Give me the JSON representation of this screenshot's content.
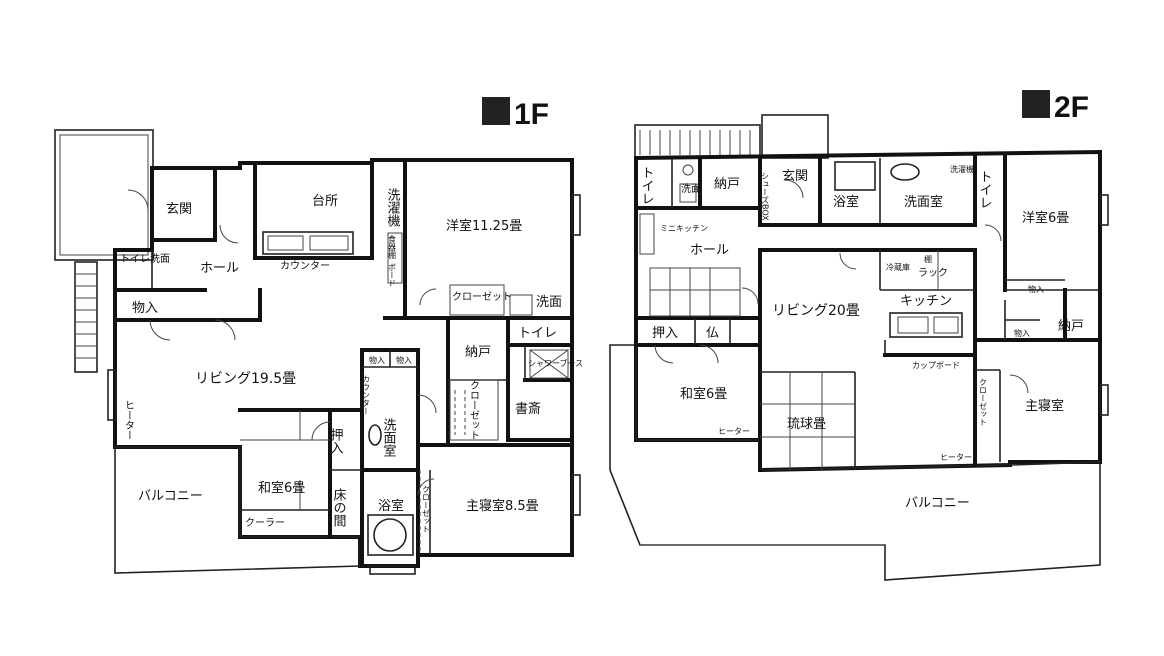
{
  "floors": {
    "f1": {
      "label": "1F",
      "rooms": {
        "genkan": "玄関",
        "daidokoro": "台所",
        "sentakuki": "洗濯機",
        "yoshitsu": "洋室11.25畳",
        "toire_senmen": "トイレ洗面",
        "hall": "ホール",
        "counter": "カウンター",
        "mono1": "物入",
        "closet_top": "クローゼット",
        "senmen_top": "洗面",
        "toire": "トイレ",
        "nando": "納戸",
        "shower": "シャワーブース",
        "living": "リビング19.5畳",
        "mono2": "物入",
        "mono3": "物入",
        "counter2": "カウンター",
        "senmenshitsu": "洗面室",
        "closet_mid": "クローゼット",
        "shosai": "書斎",
        "heater": "ヒーター",
        "oshiire": "押入",
        "balcony": "バルコニー",
        "washitsu": "和室6畳",
        "tokonoma": "床の間",
        "yokushitsu": "浴室",
        "closet_bot": "クローゼット",
        "shushinshitsu": "主寝室8.5畳",
        "cooler": "クーラー",
        "shokki": "食器棚",
        "board": "ボード"
      }
    },
    "f2": {
      "label": "2F",
      "rooms": {
        "toire_l": "トイレ",
        "senmen_l": "洗面",
        "nando_top": "納戸",
        "genkan": "玄関",
        "shoes": "シューズBOX",
        "yokushitsu": "浴室",
        "senmenshitsu": "洗面室",
        "sentakuki": "洗濯機",
        "toire_r": "トイレ",
        "yoshitsu6": "洋室6畳",
        "mini_kitchen": "ミニキッチン",
        "hall": "ホール",
        "reizoko": "冷蔵庫",
        "tana": "棚",
        "rack": "ラック",
        "kitchen": "キッチン",
        "living": "リビング20畳",
        "mono_r": "物入",
        "mono_r2": "物入",
        "nando_r": "納戸",
        "oshiire": "押入",
        "butsu": "仏",
        "cupboard": "カップボード",
        "washitsu": "和室6畳",
        "heater1": "ヒーター",
        "ryukyu": "琉球畳",
        "closet": "クローゼット",
        "shushinshitsu": "主寝室",
        "heater2": "ヒーター",
        "balcony": "バルコニー"
      }
    }
  }
}
